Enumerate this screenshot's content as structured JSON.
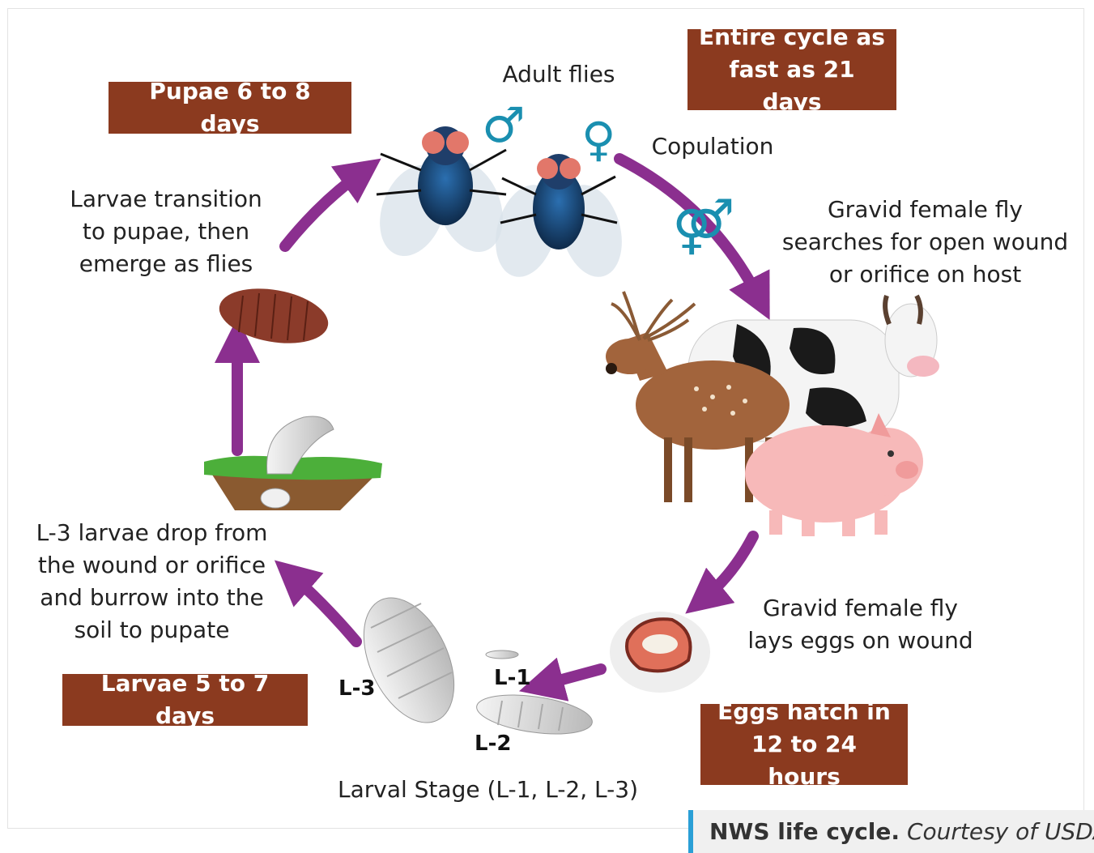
{
  "colors": {
    "accent_box": "#8b3a1f",
    "arrow": "#8b2f8f",
    "symbol": "#1a8fb0",
    "caption_bar": "#2a9fd6"
  },
  "boxes": {
    "pupae": "Pupae 6 to 8 days",
    "cycle": "Entire cycle as\nfast as 21 days",
    "larvae": "Larvae 5 to 7 days",
    "eggs": "Eggs hatch in\n12 to 24 hours"
  },
  "labels": {
    "adult_flies": "Adult flies",
    "copulation": "Copulation",
    "gravid_search": "Gravid female fly\nsearches for open wound\nor orifice on host",
    "lays_eggs": "Gravid female fly\nlays eggs on wound",
    "larval_stage": "Larval Stage (L-1, L-2, L-3)",
    "drop": "L-3 larvae drop from\nthe wound or orifice\nand burrow into the\nsoil to pupate",
    "transition": "Larvae transition\nto pupae, then\nemerge as flies"
  },
  "stages": {
    "l1": "L-1",
    "l2": "L-2",
    "l3": "L-3"
  },
  "symbols": {
    "male": "♂",
    "female": "♀",
    "pair": "⚤"
  },
  "caption": {
    "bold": "NWS life cycle.",
    "italic": "Courtesy of USDA"
  }
}
